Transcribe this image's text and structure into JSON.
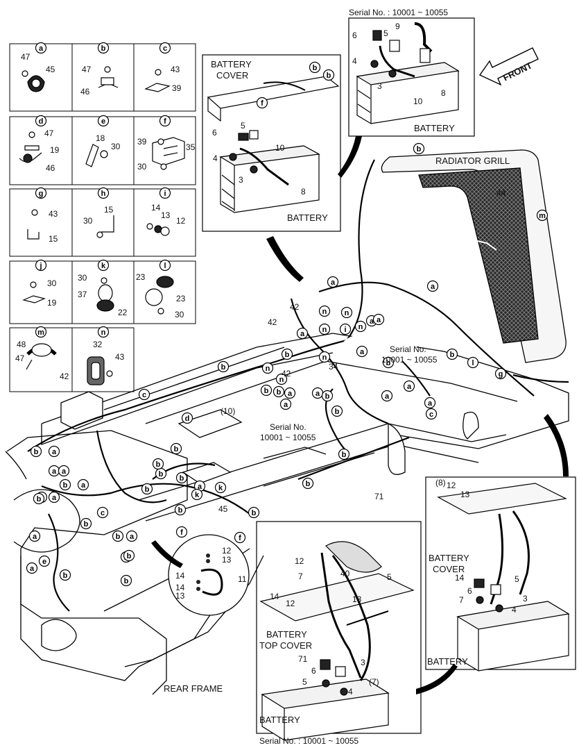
{
  "serial_labels": [
    "Serial No. : 10001 ~ 10055",
    "Serial No. : 10001 ~ 10055"
  ],
  "serial_callouts": [
    {
      "top": "Serial No.",
      "bottom": "10001 ~ 10055"
    },
    {
      "top": "Serial No.",
      "bottom": "10001 ~ 10055"
    }
  ],
  "panel_captions": {
    "front": "FRONT",
    "battery_cover_l1": "BATTERY",
    "battery_cover_l2": "COVER",
    "battery": "BATTERY",
    "radiator_grill": "RADIATOR GRILL",
    "rear_frame": "REAR FRAME",
    "battery_top_cover_l1": "BATTERY",
    "battery_top_cover_l2": "TOP COVER"
  },
  "clamp_details": [
    {
      "letter": "a",
      "parts": [
        "47",
        "45"
      ]
    },
    {
      "letter": "b",
      "parts": [
        "47",
        "46"
      ]
    },
    {
      "letter": "c",
      "parts": [
        "43",
        "39"
      ]
    },
    {
      "letter": "d",
      "parts": [
        "47",
        "19",
        "46"
      ]
    },
    {
      "letter": "e",
      "parts": [
        "18",
        "30"
      ]
    },
    {
      "letter": "f",
      "parts": [
        "39",
        "35",
        "30"
      ]
    },
    {
      "letter": "g",
      "parts": [
        "43",
        "15"
      ]
    },
    {
      "letter": "h",
      "parts": [
        "15",
        "30"
      ]
    },
    {
      "letter": "i",
      "parts": [
        "14",
        "13",
        "12"
      ]
    },
    {
      "letter": "j",
      "parts": [
        "30",
        "19"
      ]
    },
    {
      "letter": "k",
      "parts": [
        "30",
        "37",
        "22"
      ]
    },
    {
      "letter": "l",
      "parts": [
        "23",
        "23",
        "30"
      ]
    },
    {
      "letter": "m",
      "parts": [
        "48",
        "47",
        "42"
      ]
    },
    {
      "letter": "n",
      "parts": [
        "32",
        "43"
      ]
    }
  ],
  "part_numbers": [
    "9",
    "6",
    "5",
    "4",
    "3",
    "10",
    "8",
    "6",
    "5",
    "10",
    "4",
    "3",
    "8",
    "44",
    "42",
    "42",
    "34",
    "42",
    "(10)",
    "71",
    "45",
    "12",
    "13",
    "14",
    "11",
    "14",
    "13",
    "12",
    "40",
    "7",
    "14",
    "12",
    "13",
    "5",
    "71",
    "6",
    "5",
    "4",
    "3",
    "(7)",
    "(8)",
    "12",
    "13",
    "14",
    "6",
    "5",
    "7",
    "4",
    "3",
    "(8)"
  ],
  "circle_letters": [
    "b",
    "b",
    "f",
    "b",
    "a",
    "n",
    "n",
    "n",
    "n",
    "a",
    "i",
    "a",
    "a",
    "n",
    "b",
    "n",
    "n",
    "b",
    "b",
    "b",
    "a",
    "a",
    "b",
    "a",
    "b",
    "a",
    "c",
    "b",
    "a",
    "a",
    "a",
    "a",
    "b",
    "l",
    "g",
    "m",
    "b",
    "b",
    "c",
    "d",
    "a",
    "a",
    "b",
    "a",
    "a",
    "a",
    "b",
    "a",
    "b",
    "b",
    "c",
    "b",
    "a",
    "h",
    "b",
    "b",
    "e",
    "a",
    "b",
    "b",
    "b",
    "a",
    "k",
    "f",
    "b",
    "b",
    "b",
    "k",
    "f",
    "b",
    "b",
    "b"
  ]
}
